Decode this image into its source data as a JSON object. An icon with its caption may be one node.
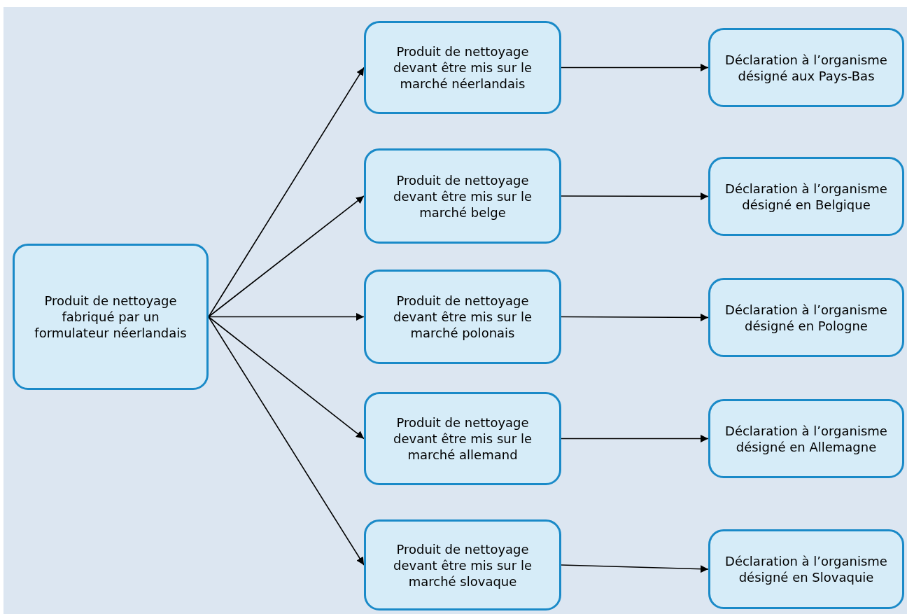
{
  "diagram": {
    "nodes": [
      {
        "text": [
          "Produit de nettoyage fabriqué par un formulateur néerlandais"
        ]
      },
      {
        "text": [
          "Produit de nettoyage devant être mis sur le marché néerlandais"
        ]
      },
      {
        "text": [
          "Produit de nettoyage devant être mis sur le marché belge"
        ]
      },
      {
        "text": [
          "Produit de nettoyage devant être mis sur le marché polonais"
        ]
      },
      {
        "text": [
          "Produit de nettoyage devant être mis sur le marché allemand"
        ]
      },
      {
        "text": [
          "Produit de nettoyage devant être mis sur le marché slovaque"
        ]
      },
      {
        "text": [
          "Déclaration à l’organisme désigné aux Pays-Bas"
        ]
      },
      {
        "text": [
          "Déclaration à l’organisme désigné en Belgique"
        ]
      },
      {
        "text": [
          "Déclaration à l’organisme désigné en Pologne"
        ]
      },
      {
        "text": [
          "Déclaration à l’organisme désigné en Allemagne"
        ]
      },
      {
        "text": [
          "Déclaration à l’organisme désigné en Slovaquie"
        ]
      }
    ],
    "edges": [
      {
        "from": 0,
        "to": 1,
        "arrow": "to"
      },
      {
        "from": 0,
        "to": 2,
        "arrow": "to"
      },
      {
        "from": 0,
        "to": 3,
        "arrow": "to"
      },
      {
        "from": 0,
        "to": 4,
        "arrow": "to"
      },
      {
        "from": 0,
        "to": 5,
        "arrow": "to"
      },
      {
        "from": 1,
        "to": 6,
        "arrow": "to"
      },
      {
        "from": 2,
        "to": 7,
        "arrow": "to"
      },
      {
        "from": 3,
        "to": 8,
        "arrow": "to"
      },
      {
        "from": 4,
        "to": 9,
        "arrow": "to"
      },
      {
        "from": 5,
        "to": 10,
        "arrow": "to"
      }
    ]
  }
}
